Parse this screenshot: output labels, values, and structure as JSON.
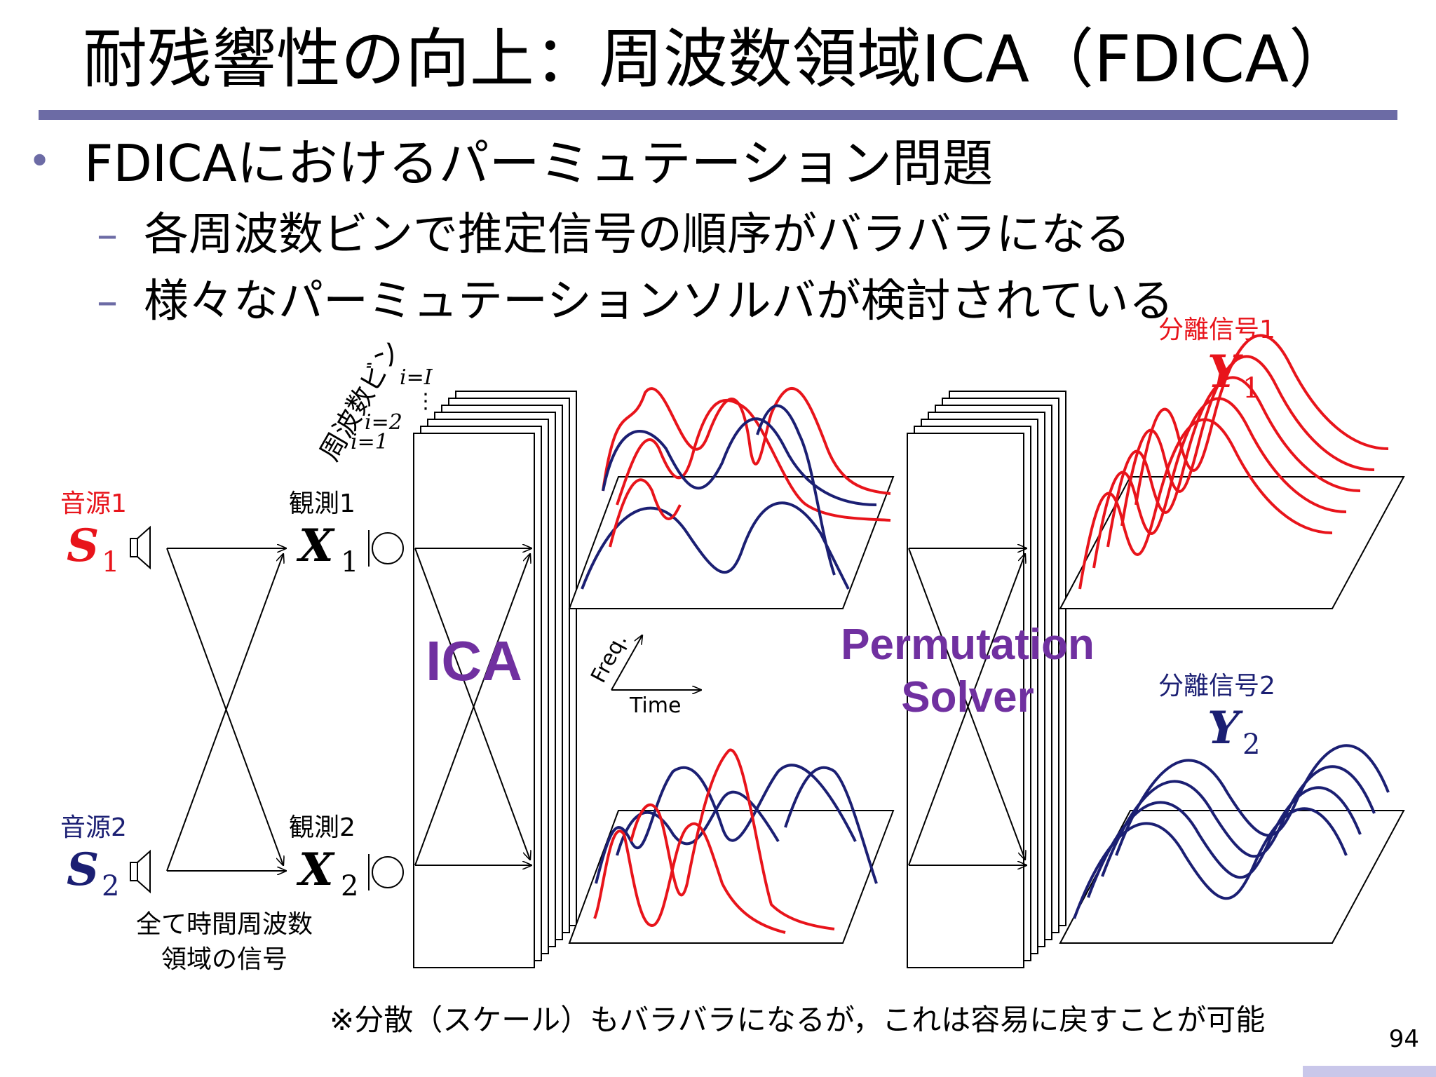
{
  "slide": {
    "title": "耐残響性の向上：周波数領域ICA（FDICA）",
    "bullet": "FDICAにおけるパーミュテーション問題",
    "sub_bullets": [
      "各周波数ビンで推定信号の順序がバラバラになる",
      "様々なパーミュテーションソルバが検討されている"
    ],
    "footnote": "※分散（スケール）もバラバラになるが，これは容易に戻すことが可能",
    "page_number": "94"
  },
  "diagram": {
    "source1": {
      "label": "音源1",
      "symbol": "S",
      "subscript": "1",
      "color": "#e8141b"
    },
    "source2": {
      "label": "音源2",
      "symbol": "S",
      "subscript": "2",
      "color": "#1b1f73"
    },
    "mic1": {
      "label": "観測1",
      "symbol": "X",
      "subscript": "1"
    },
    "mic2": {
      "label": "観測2",
      "symbol": "X",
      "subscript": "2"
    },
    "tf_note_line1": "全て時間周波数",
    "tf_note_line2": "領域の信号",
    "freq_bins_label": "周波数ビン",
    "bin_labels": [
      "i=1",
      "i=2",
      "i=I"
    ],
    "bin_dots": "⋮",
    "ica_label": "ICA",
    "axis_freq": "Freq.",
    "axis_time": "Time",
    "solver_line1": "Permutation",
    "solver_line2": "Solver",
    "output1": {
      "label": "分離信号1",
      "symbol": "Y",
      "subscript": "1",
      "color": "#e8141b"
    },
    "output2": {
      "label": "分離信号2",
      "symbol": "Y",
      "subscript": "2",
      "color": "#1b1f73"
    },
    "accent_color": "#7030a0",
    "rule_color": "#6c6ba5"
  }
}
